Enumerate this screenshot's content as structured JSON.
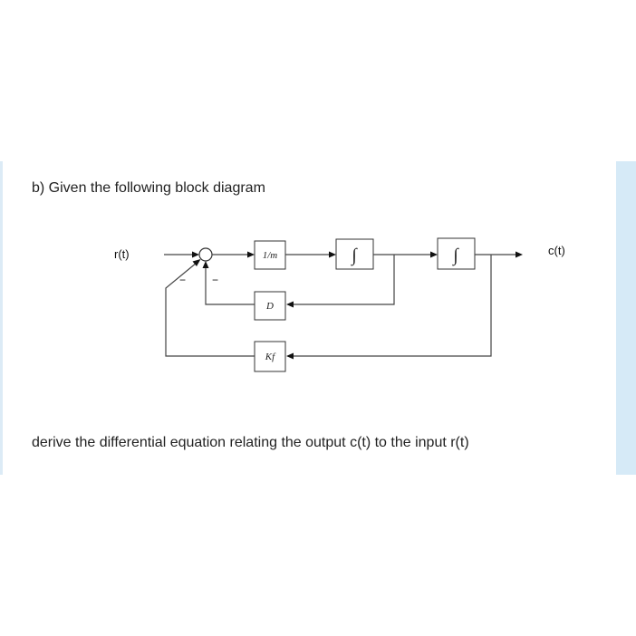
{
  "question": {
    "heading": "b)  Given the following block diagram",
    "instruction": "derive the differential equation relating the output c(t) to the input r(t)"
  },
  "diagram": {
    "input_label": "r(t)",
    "output_label": "c(t)",
    "blocks": {
      "gain_block": "1/m",
      "integrator_1": "∫",
      "integrator_2": "∫",
      "damping_block": "D",
      "stiffness_block": "Kf"
    },
    "summing_junction_signs": {
      "damping_feedback": "−",
      "stiffness_feedback": "−"
    }
  }
}
